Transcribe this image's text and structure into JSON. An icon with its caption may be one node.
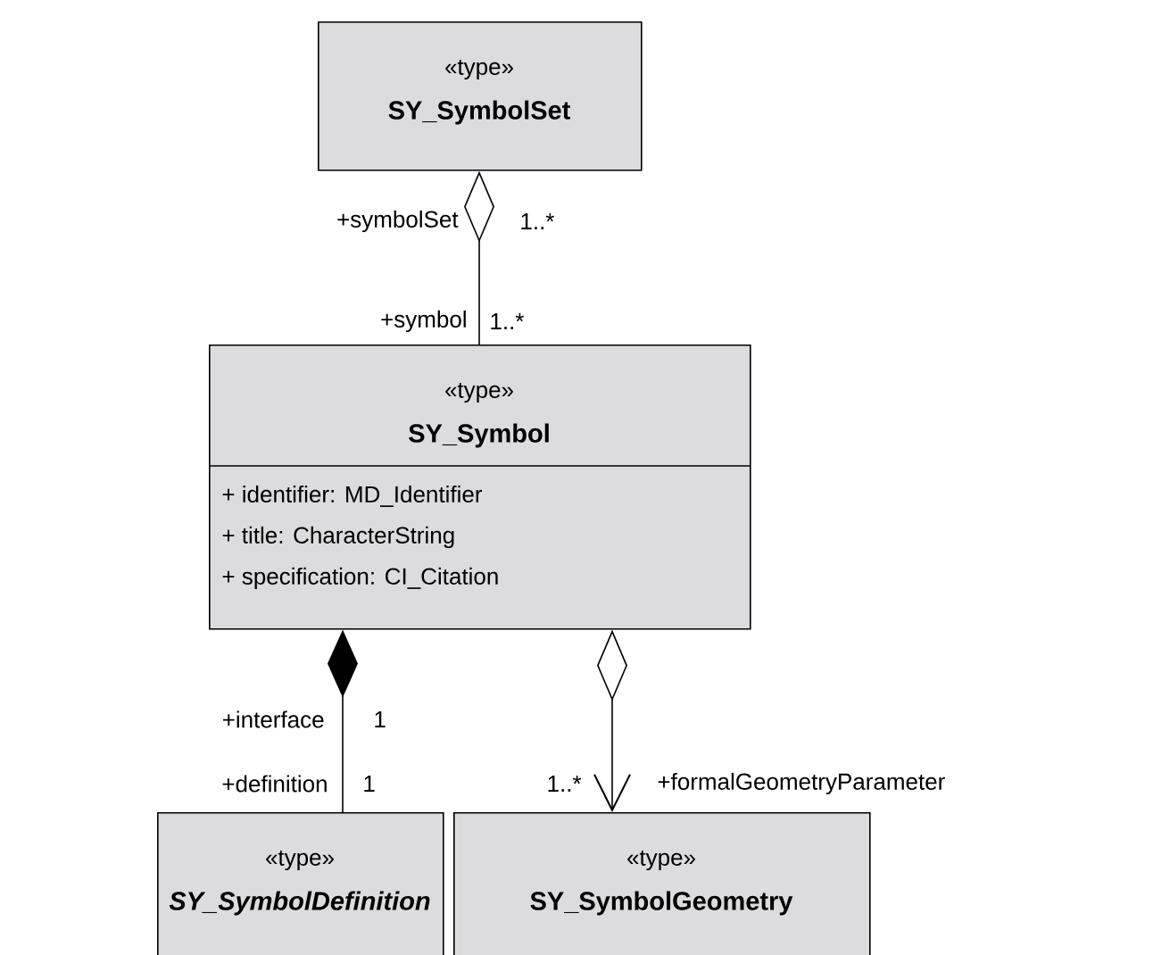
{
  "diagram": {
    "nodes": [
      {
        "text": [
          "«type»",
          "SY_SymbolSet"
        ]
      },
      {
        "text": [
          "«type»",
          "SY_Symbol",
          "+ identifier: MD_Identifier",
          "+ title: CharacterString",
          "+ specification: CI_Citation"
        ]
      },
      {
        "text": [
          "«type»",
          "SY_SymbolDefinition"
        ]
      },
      {
        "text": [
          "«type»",
          "SY_SymbolGeometry"
        ]
      }
    ],
    "edges": [
      {
        "from": 0,
        "to": 1,
        "arrow": "other"
      },
      {
        "from": 1,
        "to": 2,
        "arrow": "other"
      },
      {
        "from": 1,
        "to": 3,
        "arrow": "to"
      }
    ],
    "labels": [
      "+symbolSet",
      "1..*",
      "+symbol",
      "1..*",
      "+interface",
      "1",
      "+definition",
      "1",
      "1..*",
      "+formalGeometryParameter"
    ]
  }
}
